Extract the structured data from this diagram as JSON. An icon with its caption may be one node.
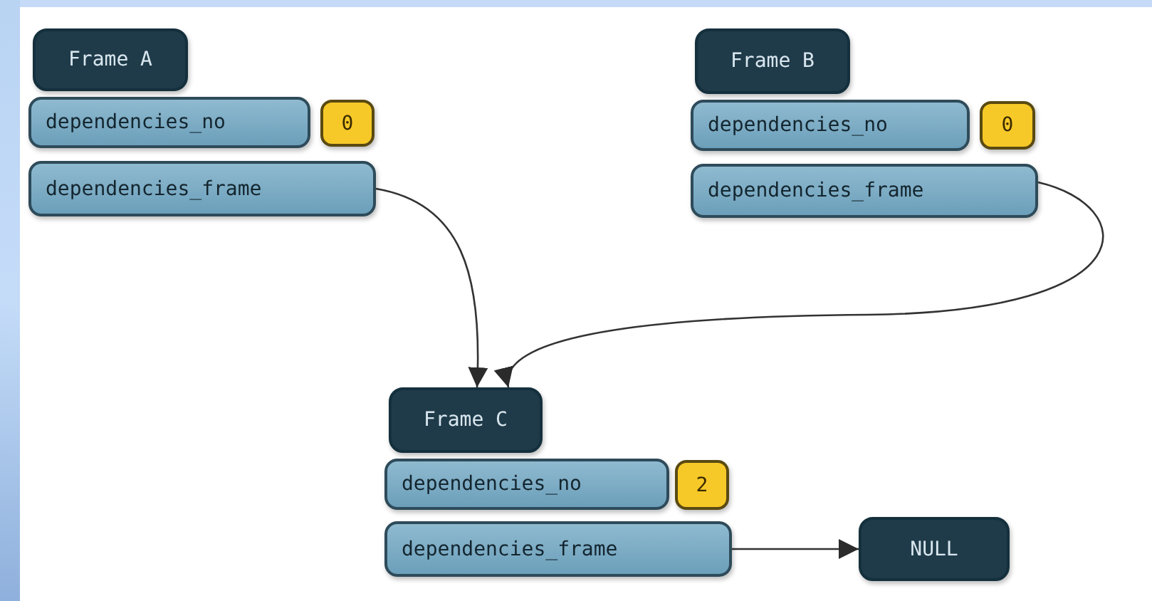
{
  "diagram": {
    "nodes": [
      {
        "text": [
          "Frame A"
        ]
      },
      {
        "text": [
          "dependencies_no"
        ]
      },
      {
        "text": [
          "0"
        ]
      },
      {
        "text": [
          "dependencies_frame"
        ]
      },
      {
        "text": [
          "Frame B"
        ]
      },
      {
        "text": [
          "dependencies_no"
        ]
      },
      {
        "text": [
          "0"
        ]
      },
      {
        "text": [
          "dependencies_frame"
        ]
      },
      {
        "text": [
          "Frame C"
        ]
      },
      {
        "text": [
          "dependencies_no"
        ]
      },
      {
        "text": [
          "2"
        ]
      },
      {
        "text": [
          "dependencies_frame"
        ]
      },
      {
        "text": [
          "NULL"
        ]
      }
    ],
    "edges": [
      {
        "from": 3,
        "to": 8,
        "arrow": "to"
      },
      {
        "from": 7,
        "to": 8,
        "arrow": "to"
      },
      {
        "from": 11,
        "to": 12,
        "arrow": "to"
      }
    ]
  }
}
